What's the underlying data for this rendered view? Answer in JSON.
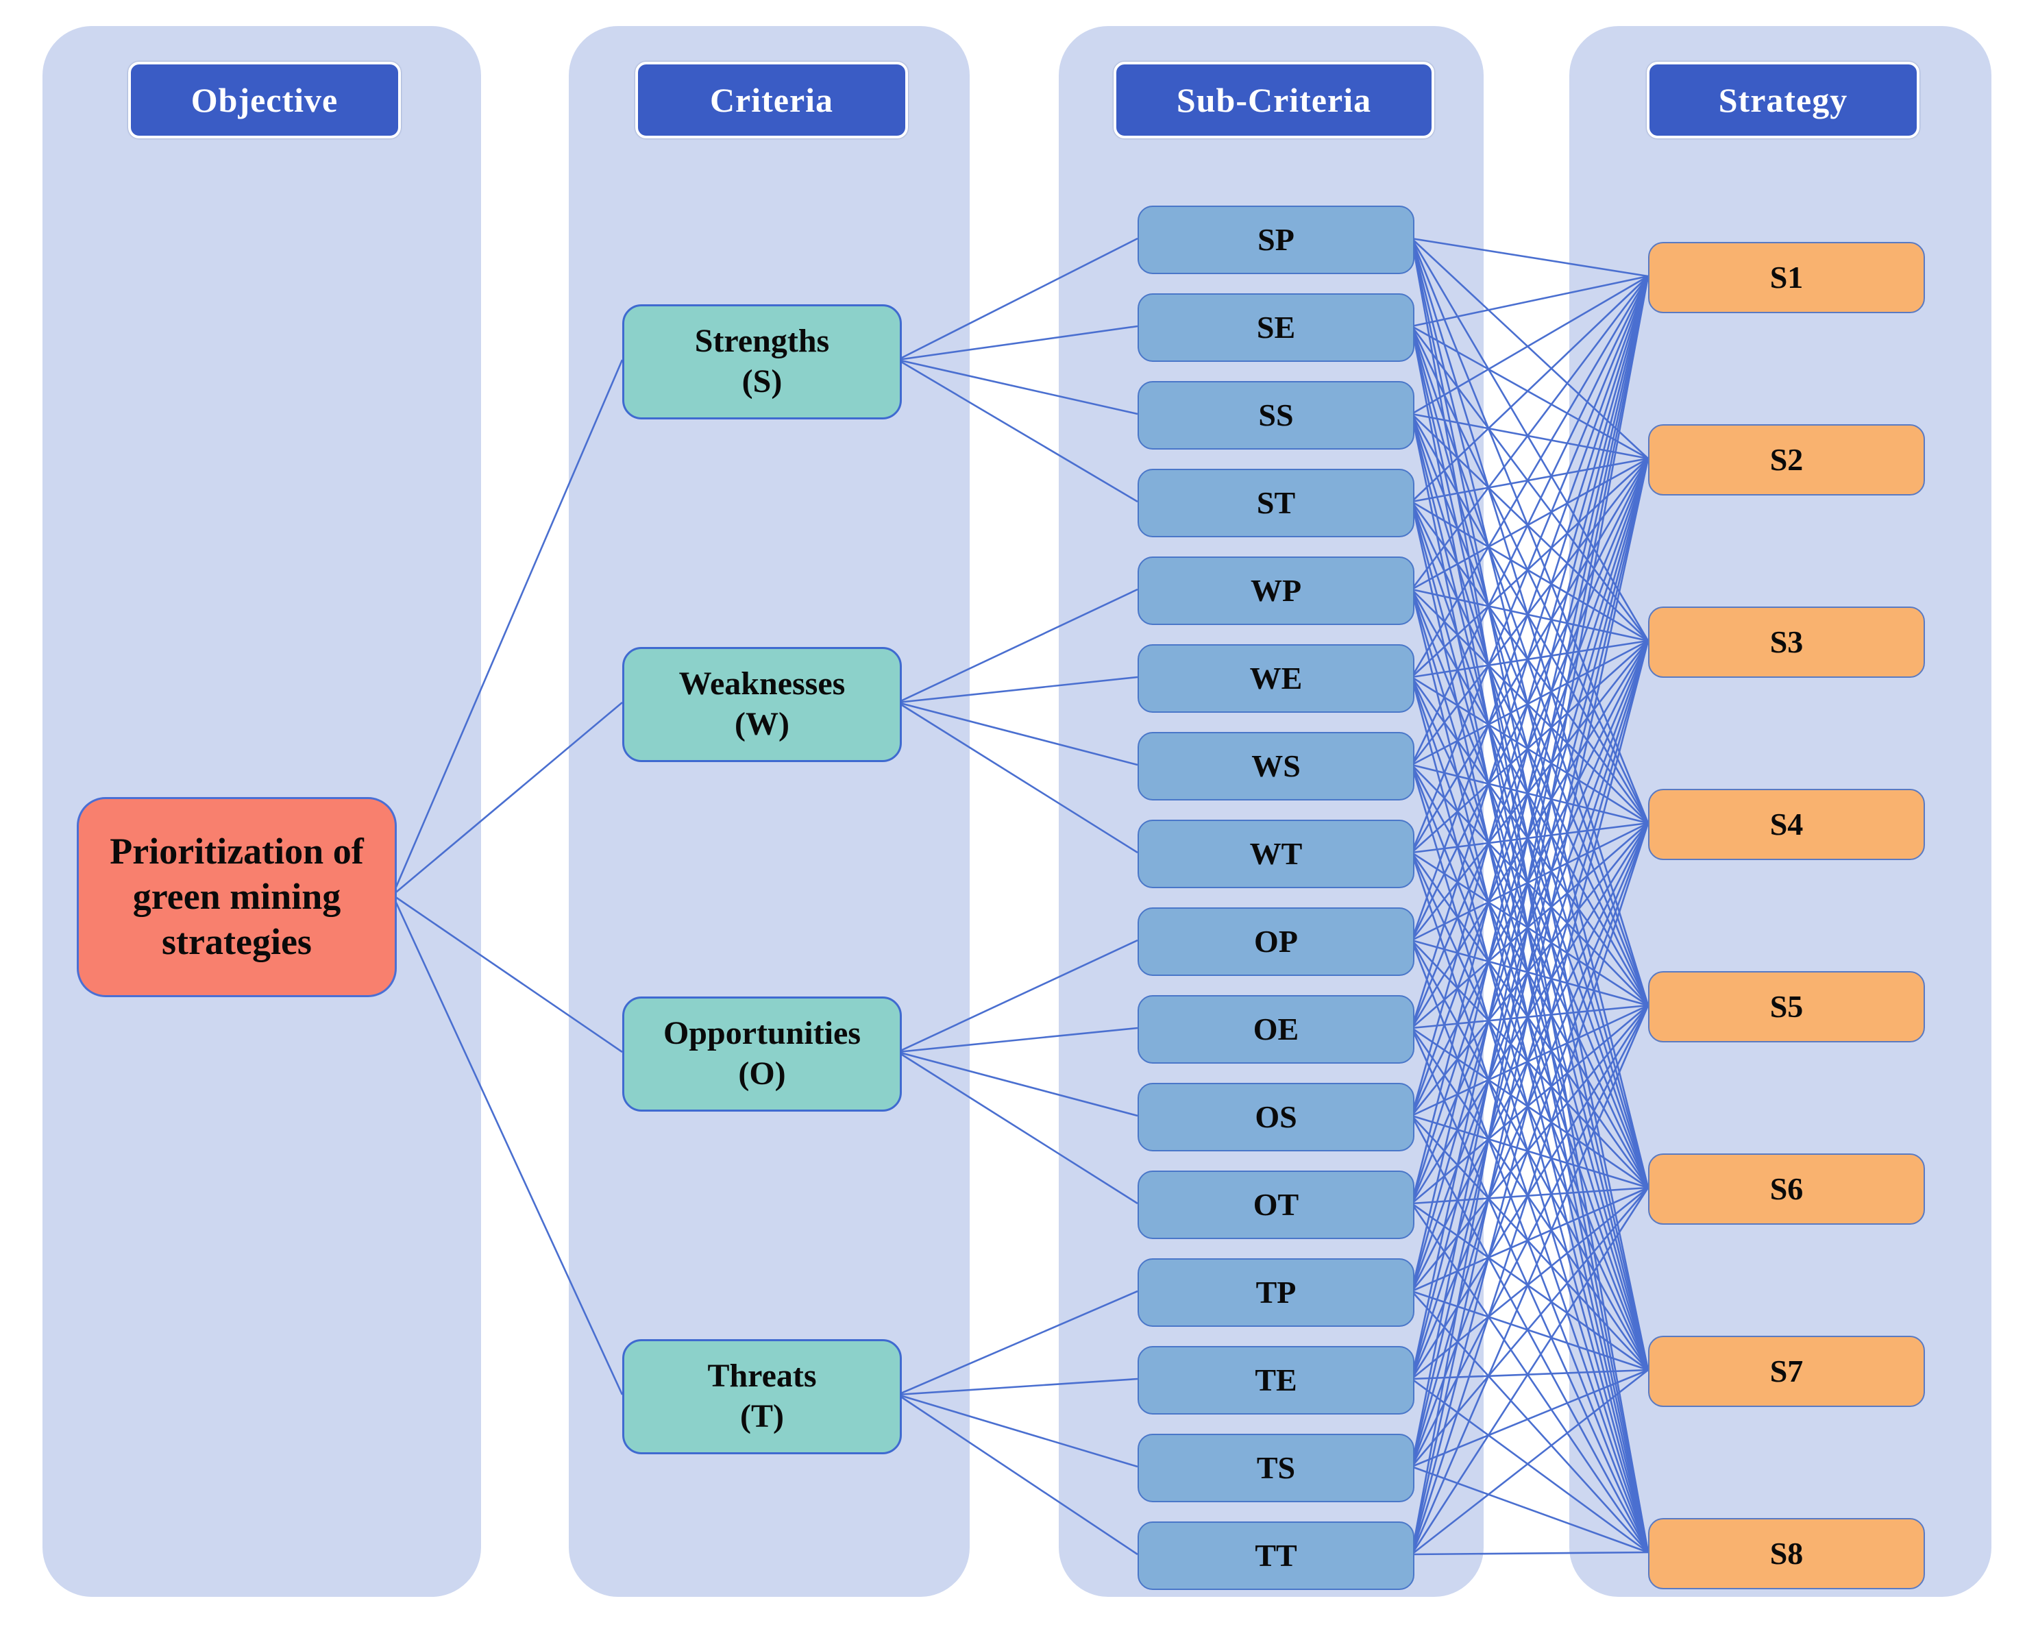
{
  "figure": {
    "background": "#ffffff",
    "panel_color": "#cdd7f0",
    "header_fill": "#3a5cc5",
    "header_text_color": "#ffffff",
    "line_color": "#4a6fd0",
    "node_text_color": "#0a0a0a"
  },
  "columns": [
    {
      "header": "Objective",
      "style": {
        "fill": "#f8806e",
        "border": "#4a6fd4"
      },
      "nodes": [
        {
          "id": "objective",
          "label_lines": [
            "Prioritization of",
            "green mining",
            "strategies"
          ]
        }
      ]
    },
    {
      "header": "Criteria",
      "style": {
        "fill": "#8cd1ca",
        "border": "#3f6ad0"
      },
      "nodes": [
        {
          "id": "S",
          "label_lines": [
            "Strengths",
            "(S)"
          ]
        },
        {
          "id": "W",
          "label_lines": [
            "Weaknesses",
            "(W)"
          ]
        },
        {
          "id": "O",
          "label_lines": [
            "Opportunities",
            "(O)"
          ]
        },
        {
          "id": "T",
          "label_lines": [
            "Threats",
            "(T)"
          ]
        }
      ]
    },
    {
      "header": "Sub-Criteria",
      "style": {
        "fill": "#82afd9",
        "border": "#4a77c9"
      },
      "nodes": [
        {
          "id": "SP",
          "label": "SP",
          "group": "S"
        },
        {
          "id": "SE",
          "label": "SE",
          "group": "S"
        },
        {
          "id": "SS",
          "label": "SS",
          "group": "S"
        },
        {
          "id": "ST",
          "label": "ST",
          "group": "S"
        },
        {
          "id": "WP",
          "label": "WP",
          "group": "W"
        },
        {
          "id": "WE",
          "label": "WE",
          "group": "W"
        },
        {
          "id": "WS",
          "label": "WS",
          "group": "W"
        },
        {
          "id": "WT",
          "label": "WT",
          "group": "W"
        },
        {
          "id": "OP",
          "label": "OP",
          "group": "O"
        },
        {
          "id": "OE",
          "label": "OE",
          "group": "O"
        },
        {
          "id": "OS",
          "label": "OS",
          "group": "O"
        },
        {
          "id": "OT",
          "label": "OT",
          "group": "O"
        },
        {
          "id": "TP",
          "label": "TP",
          "group": "T"
        },
        {
          "id": "TE",
          "label": "TE",
          "group": "T"
        },
        {
          "id": "TS",
          "label": "TS",
          "group": "T"
        },
        {
          "id": "TT",
          "label": "TT",
          "group": "T"
        }
      ]
    },
    {
      "header": "Strategy",
      "style": {
        "fill": "#f9b26f",
        "border": "#5a7ac2"
      },
      "nodes": [
        {
          "id": "S1",
          "label": "S1"
        },
        {
          "id": "S2",
          "label": "S2"
        },
        {
          "id": "S3",
          "label": "S3"
        },
        {
          "id": "S4",
          "label": "S4"
        },
        {
          "id": "S5",
          "label": "S5"
        },
        {
          "id": "S6",
          "label": "S6"
        },
        {
          "id": "S7",
          "label": "S7"
        },
        {
          "id": "S8",
          "label": "S8"
        }
      ]
    }
  ],
  "connections": {
    "objective_to_criteria": "objective connects to all four criteria",
    "criteria_to_subcriteria": "each criterion connects to its own four sub-criteria (matching first letter)",
    "subcriteria_to_strategies": "every sub-criterion connects to every strategy (complete mesh)"
  }
}
